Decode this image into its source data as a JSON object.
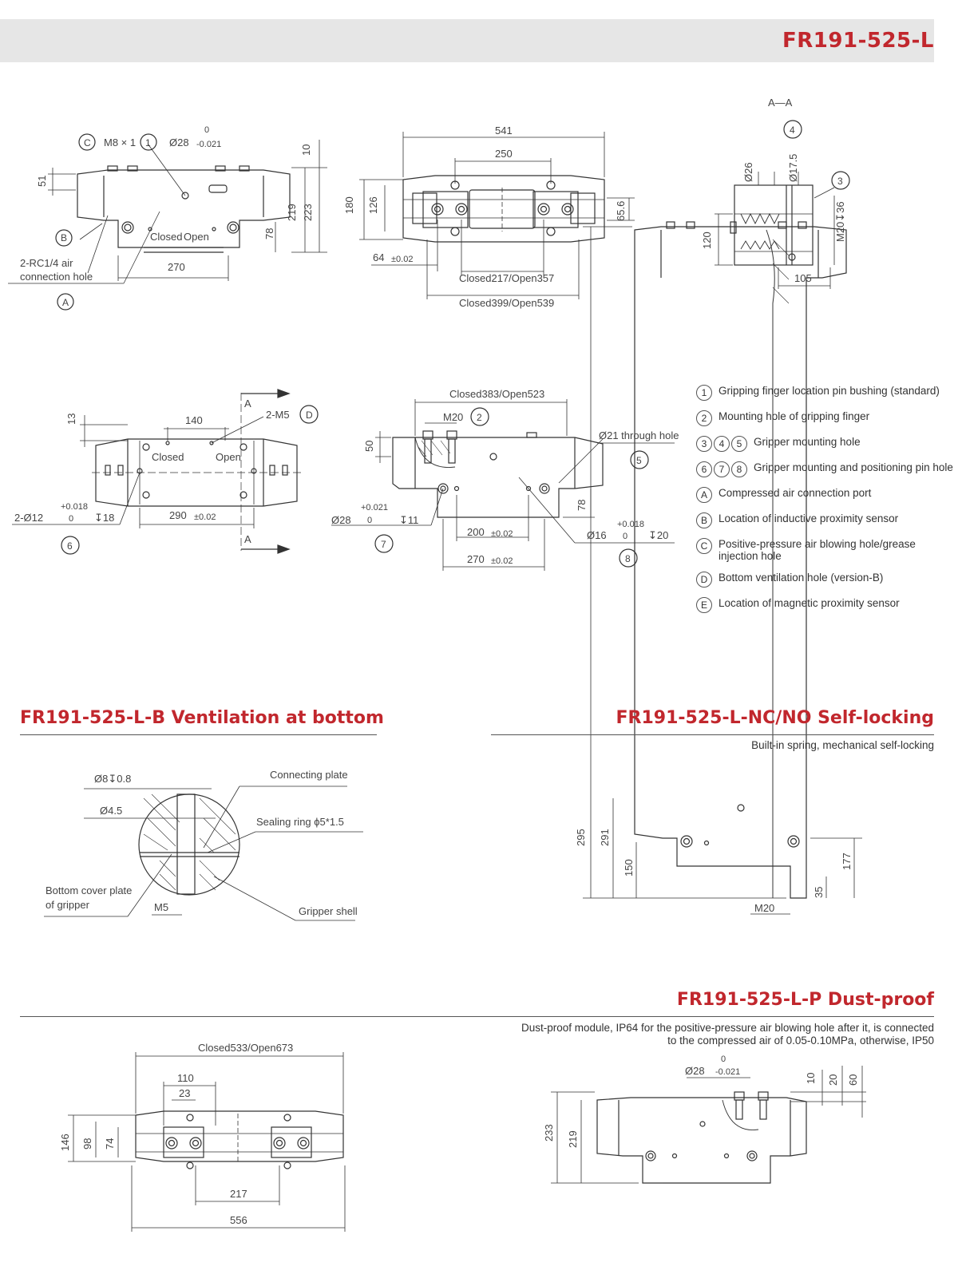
{
  "header": {
    "title": "FR191-525-L"
  },
  "drawing1": {
    "callouts": [
      "C",
      "1",
      "B",
      "A"
    ],
    "labels": [
      "M8 × 1",
      "Ø28",
      "0",
      "-0.021",
      "Closed",
      "Open",
      "2-RC1/4 air",
      "connection hole"
    ],
    "dims": [
      "10",
      "51",
      "219",
      "223",
      "78",
      "270"
    ]
  },
  "drawing2": {
    "dims": [
      "541",
      "250",
      "180",
      "126",
      "65.6",
      "64",
      "±0.02",
      "Closed217/Open357",
      "Closed399/Open539"
    ]
  },
  "drawing3": {
    "title": "A—A",
    "callouts": [
      "4",
      "3"
    ],
    "dims": [
      "Ø26",
      "Ø17.5",
      "120",
      "M20↧36",
      "105"
    ]
  },
  "drawing4": {
    "labels": [
      "140",
      "2-M5",
      "Closed",
      "Open",
      "A",
      "A",
      "13",
      "290",
      "±0.02",
      "2-Ø12",
      "+0.018",
      "0",
      "↧18"
    ],
    "callouts": [
      "D",
      "6"
    ]
  },
  "drawing5": {
    "labels": [
      "Closed383/Open523",
      "M20",
      "Ø21 through hole",
      "50",
      "78",
      "Ø28",
      "+0.021",
      "0",
      "↧11",
      "200",
      "±0.02",
      "270",
      "±0.02",
      "Ø16",
      "+0.018",
      "0",
      "↧20"
    ],
    "callouts": [
      "2",
      "5",
      "7",
      "8"
    ]
  },
  "legend": [
    {
      "marks": [
        "1"
      ],
      "text": "Gripping finger location pin bushing (standard)"
    },
    {
      "marks": [
        "2"
      ],
      "text": "Mounting hole of gripping finger"
    },
    {
      "marks": [
        "3",
        "4",
        "5"
      ],
      "text": "Gripper mounting hole"
    },
    {
      "marks": [
        "6",
        "7",
        "8"
      ],
      "text": "Gripper mounting and positioning pin hole"
    },
    {
      "marks": [
        "A"
      ],
      "text": "Compressed air connection port"
    },
    {
      "marks": [
        "B"
      ],
      "text": "Location of inductive proximity sensor"
    },
    {
      "marks": [
        "C"
      ],
      "text": "Positive-pressure air blowing hole/grease injection hole"
    },
    {
      "marks": [
        "D"
      ],
      "text": "Bottom ventilation hole (version-B)"
    },
    {
      "marks": [
        "E"
      ],
      "text": "Location of magnetic proximity sensor"
    }
  ],
  "section_b": {
    "title": "FR191-525-L-B Ventilation at bottom",
    "labels": [
      "Ø8↧0.8",
      "Ø4.5",
      "Connecting plate",
      "Sealing ring ϕ5*1.5",
      "Bottom cover plate",
      "of gripper",
      "M5",
      "Gripper shell"
    ]
  },
  "section_nc": {
    "title": "FR191-525-L-NC/NO Self-locking",
    "subtitle": "Built-in spring, mechanical self-locking",
    "dims": [
      "295",
      "291",
      "150",
      "M20",
      "35",
      "177"
    ]
  },
  "section_p": {
    "title": "FR191-525-L-P Dust-proof",
    "subtitle_line1": "Dust-proof module, IP64 for the positive-pressure air blowing hole after it, is connected",
    "subtitle_line2": "to the compressed air of 0.05-0.10MPa, otherwise, IP50",
    "left_dims": [
      "Closed533/Open673",
      "110",
      "23",
      "146",
      "98",
      "74",
      "217",
      "556"
    ],
    "right_dims": [
      "Ø28",
      "0",
      "-0.021",
      "10",
      "20",
      "60",
      "233",
      "219"
    ]
  },
  "colors": {
    "accent": "#c1272d",
    "header_band": "#e6e6e6",
    "line": "#333333"
  }
}
